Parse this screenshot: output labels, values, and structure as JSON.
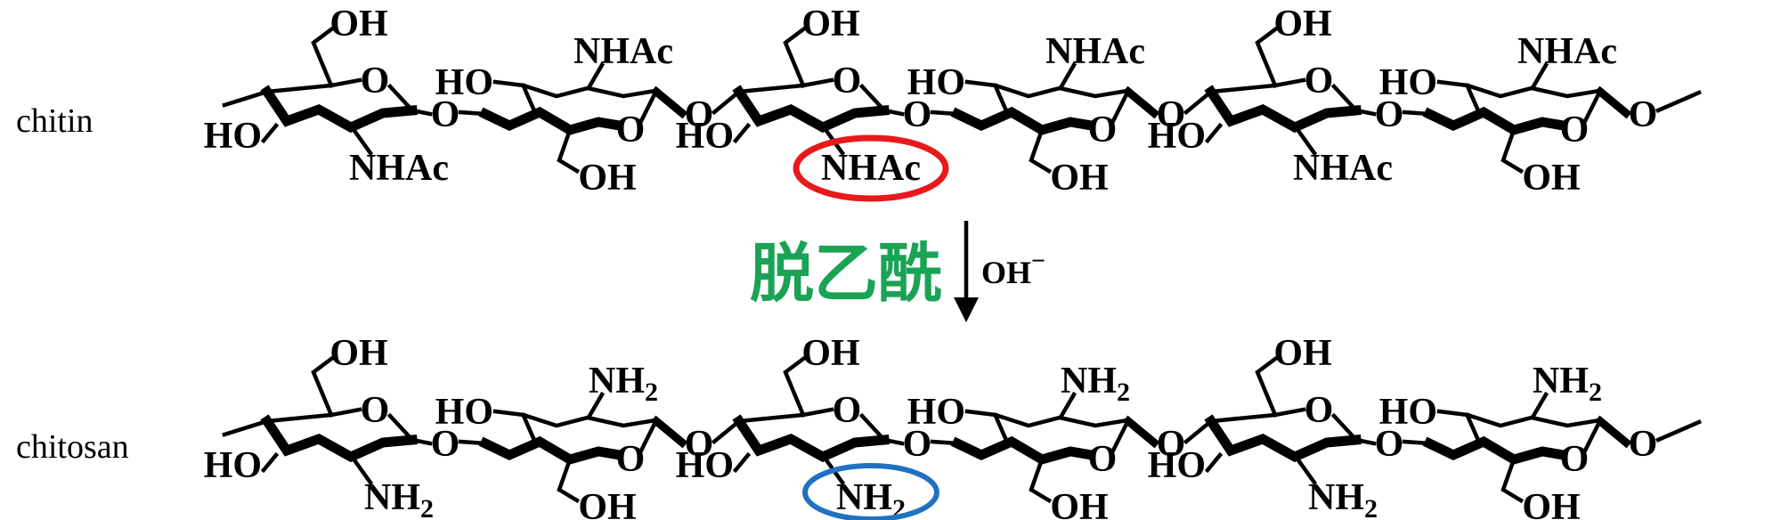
{
  "background": "#ffffff",
  "bond_color": "#000000",
  "chains": [
    {
      "name": "chitin",
      "amine": "NHAc",
      "amine_subscript": "",
      "highlight_color": "#e8191b",
      "highlighted_group": "NHAc"
    },
    {
      "name": "chitosan",
      "amine": "NH",
      "amine_subscript": "2",
      "highlight_color": "#2072c0",
      "highlighted_group": "NH2"
    }
  ],
  "atoms": {
    "hydroxyl": "OH",
    "hydroxyl_reversed": "HO",
    "ring_oxygen": "O"
  },
  "reaction": {
    "label": "脱乙酰",
    "label_color": "#1aa355",
    "reagent": "OH",
    "reagent_charge": "−"
  }
}
